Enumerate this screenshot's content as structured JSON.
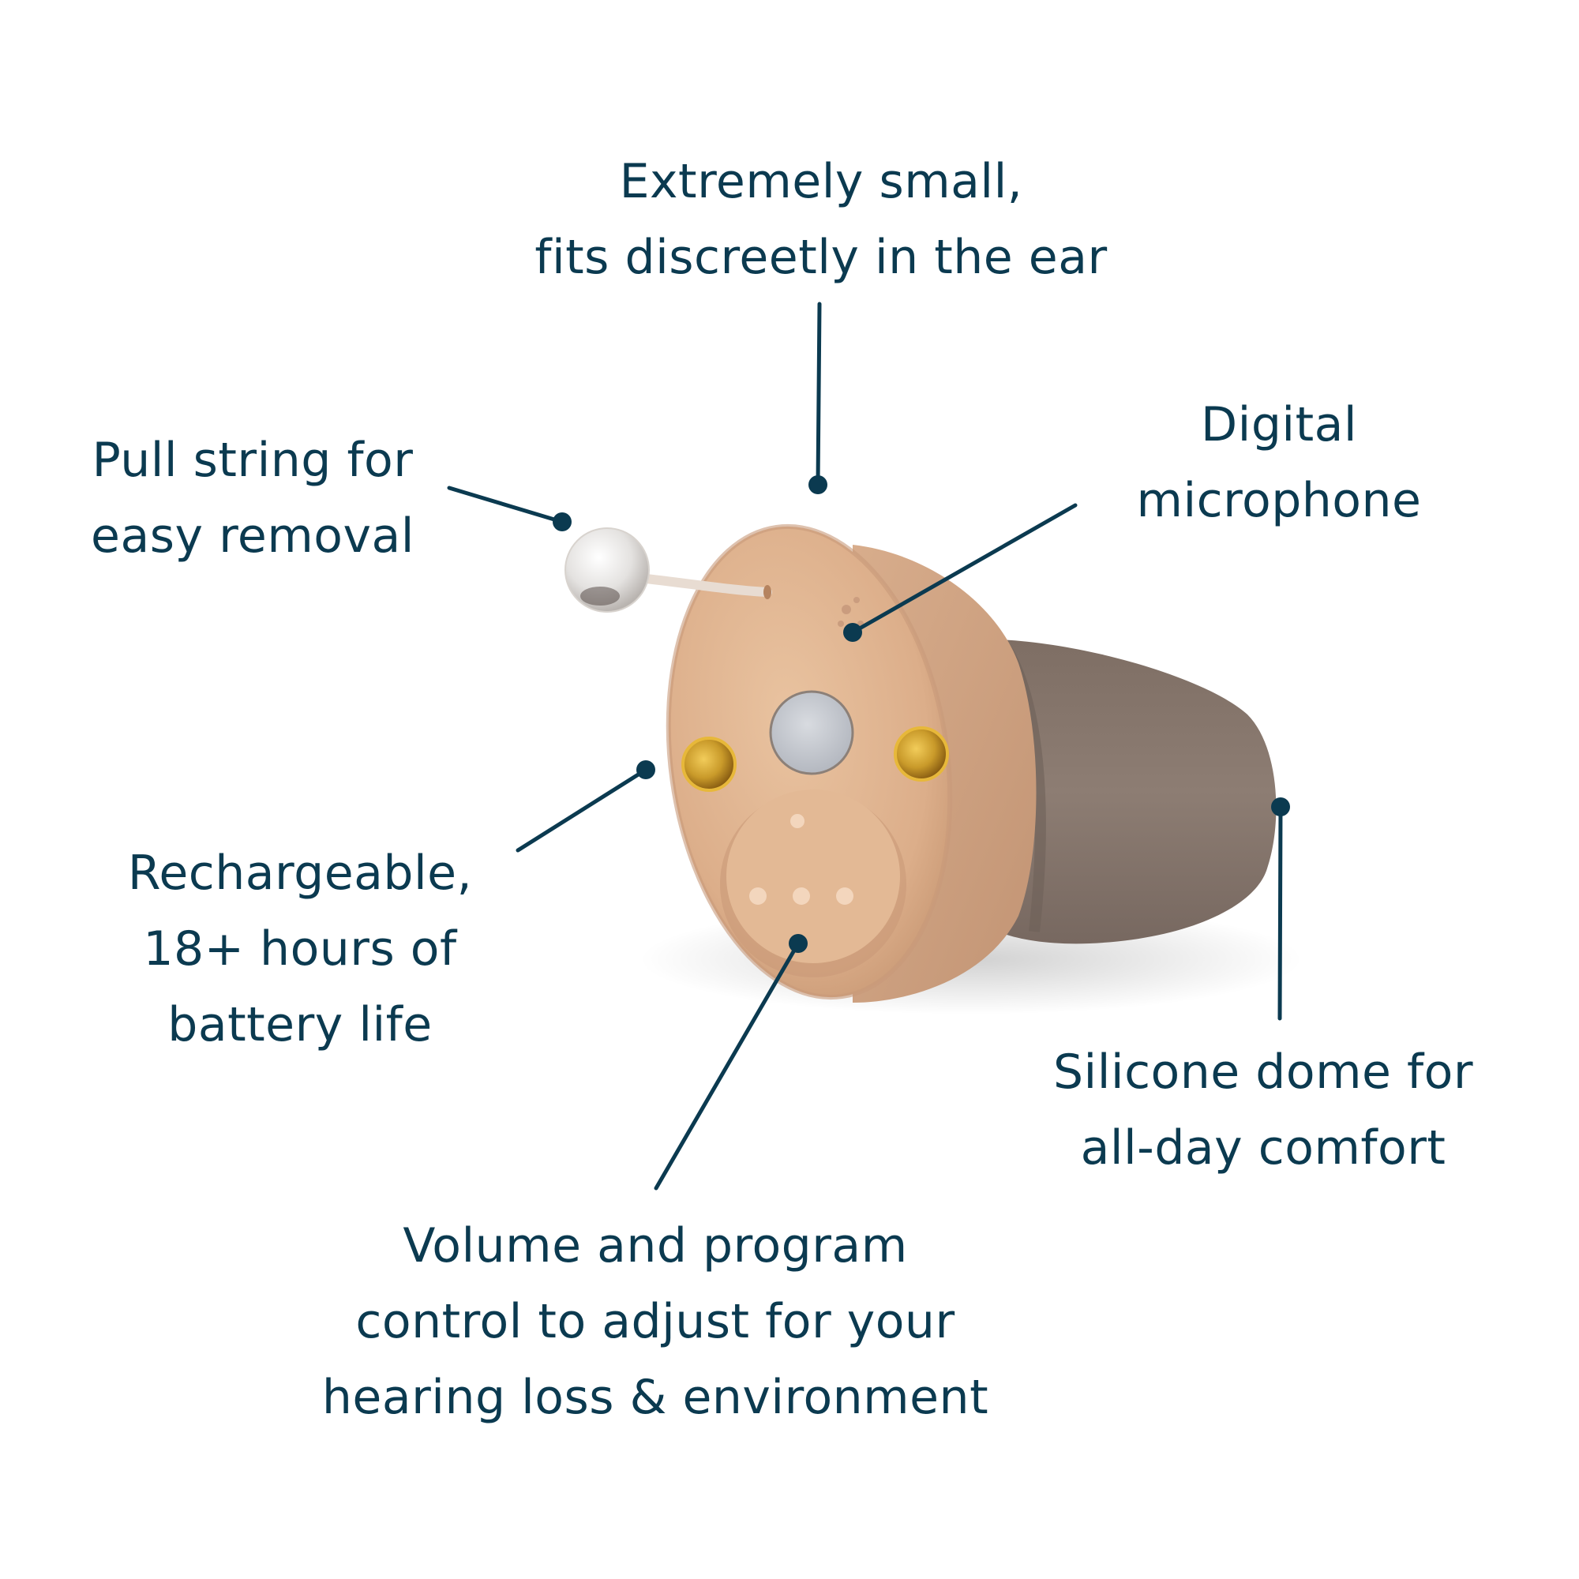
{
  "colors": {
    "text": "#0b3a50",
    "callout": "#0b3a50",
    "background": "#ffffff",
    "shell": "#dcae8a",
    "shell_shadow": "#c99a76",
    "dome": "#8a7a70",
    "contact_gold": "#d9a520",
    "sensor_silver": "#c9ccd2"
  },
  "callouts": {
    "size": {
      "lines": [
        "Extremely small,",
        "fits discreetly in the ear"
      ]
    },
    "pull_string": {
      "lines": [
        "Pull string for",
        "easy removal"
      ]
    },
    "microphone": {
      "lines": [
        "Digital",
        "microphone"
      ]
    },
    "battery": {
      "lines": [
        "Rechargeable,",
        "18+ hours of",
        "battery life"
      ]
    },
    "dome": {
      "lines": [
        "Silicone dome for",
        "all-day comfort"
      ]
    },
    "volume": {
      "lines": [
        "Volume and program",
        "control to adjust for your",
        "hearing loss & environment"
      ]
    }
  }
}
